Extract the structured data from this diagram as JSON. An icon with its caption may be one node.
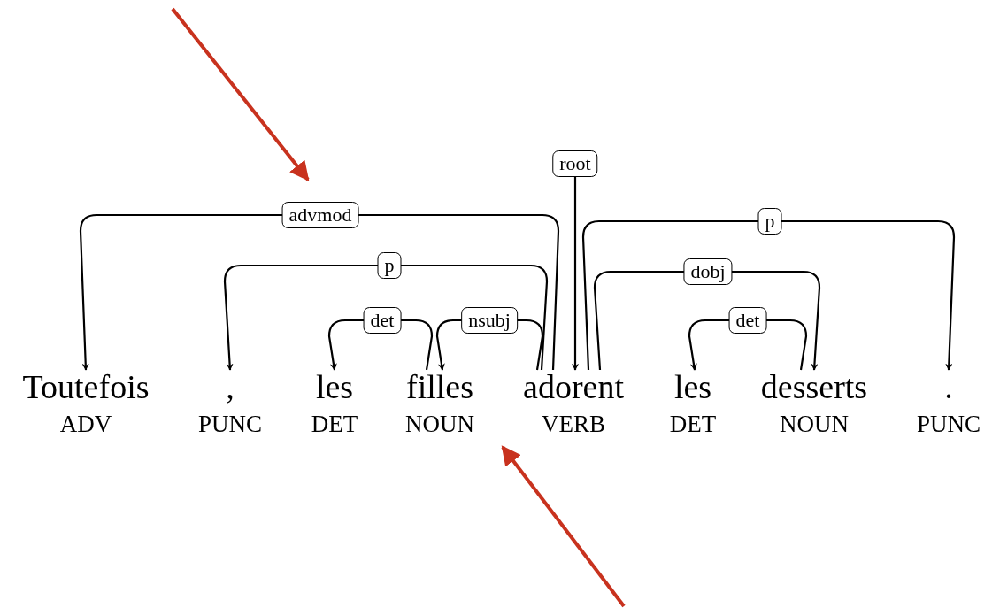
{
  "diagram": {
    "nodes": [
      {
        "text": [
          "Toutefois",
          "ADV"
        ]
      },
      {
        "text": [
          ",",
          "PUNC"
        ]
      },
      {
        "text": [
          "les",
          "DET"
        ]
      },
      {
        "text": [
          "filles",
          "NOUN"
        ]
      },
      {
        "text": [
          "adorent",
          "VERB"
        ]
      },
      {
        "text": [
          "les",
          "DET"
        ]
      },
      {
        "text": [
          "desserts",
          "NOUN"
        ]
      },
      {
        "text": [
          ".",
          "PUNC"
        ]
      }
    ],
    "edges": [
      {
        "from": null,
        "to": 4,
        "arrow": "to",
        "label": "root"
      },
      {
        "from": 4,
        "to": 0,
        "arrow": "to",
        "label": "advmod"
      },
      {
        "from": 4,
        "to": 1,
        "arrow": "to",
        "label": "p"
      },
      {
        "from": 3,
        "to": 2,
        "arrow": "to",
        "label": "det"
      },
      {
        "from": 4,
        "to": 3,
        "arrow": "to",
        "label": "nsubj"
      },
      {
        "from": 4,
        "to": 7,
        "arrow": "to",
        "label": "p"
      },
      {
        "from": 4,
        "to": 6,
        "arrow": "to",
        "label": "dobj"
      },
      {
        "from": 6,
        "to": 5,
        "arrow": "to",
        "label": "det"
      }
    ]
  }
}
